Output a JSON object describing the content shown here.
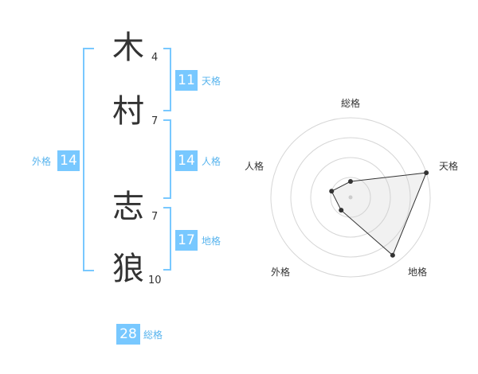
{
  "name": {
    "chars": [
      {
        "char": "木",
        "strokes": "4"
      },
      {
        "char": "村",
        "strokes": "7"
      },
      {
        "char": "志",
        "strokes": "7"
      },
      {
        "char": "狼",
        "strokes": "10"
      }
    ]
  },
  "scores": {
    "tenkaku": {
      "label": "天格",
      "value": "11"
    },
    "jinkaku": {
      "label": "人格",
      "value": "14"
    },
    "chikaku": {
      "label": "地格",
      "value": "17"
    },
    "gaikaku": {
      "label": "外格",
      "value": "14"
    },
    "soukaku": {
      "label": "総格",
      "value": "28"
    }
  },
  "colors": {
    "accent": "#78c8ff",
    "accent_text": "#58b4ee",
    "text": "#333333"
  },
  "chart_data": {
    "type": "radar",
    "axes": [
      "総格",
      "天格",
      "地格",
      "外格",
      "人格"
    ],
    "values": [
      0.2,
      1.0,
      0.9,
      0.2,
      0.25
    ],
    "rings": 4
  }
}
